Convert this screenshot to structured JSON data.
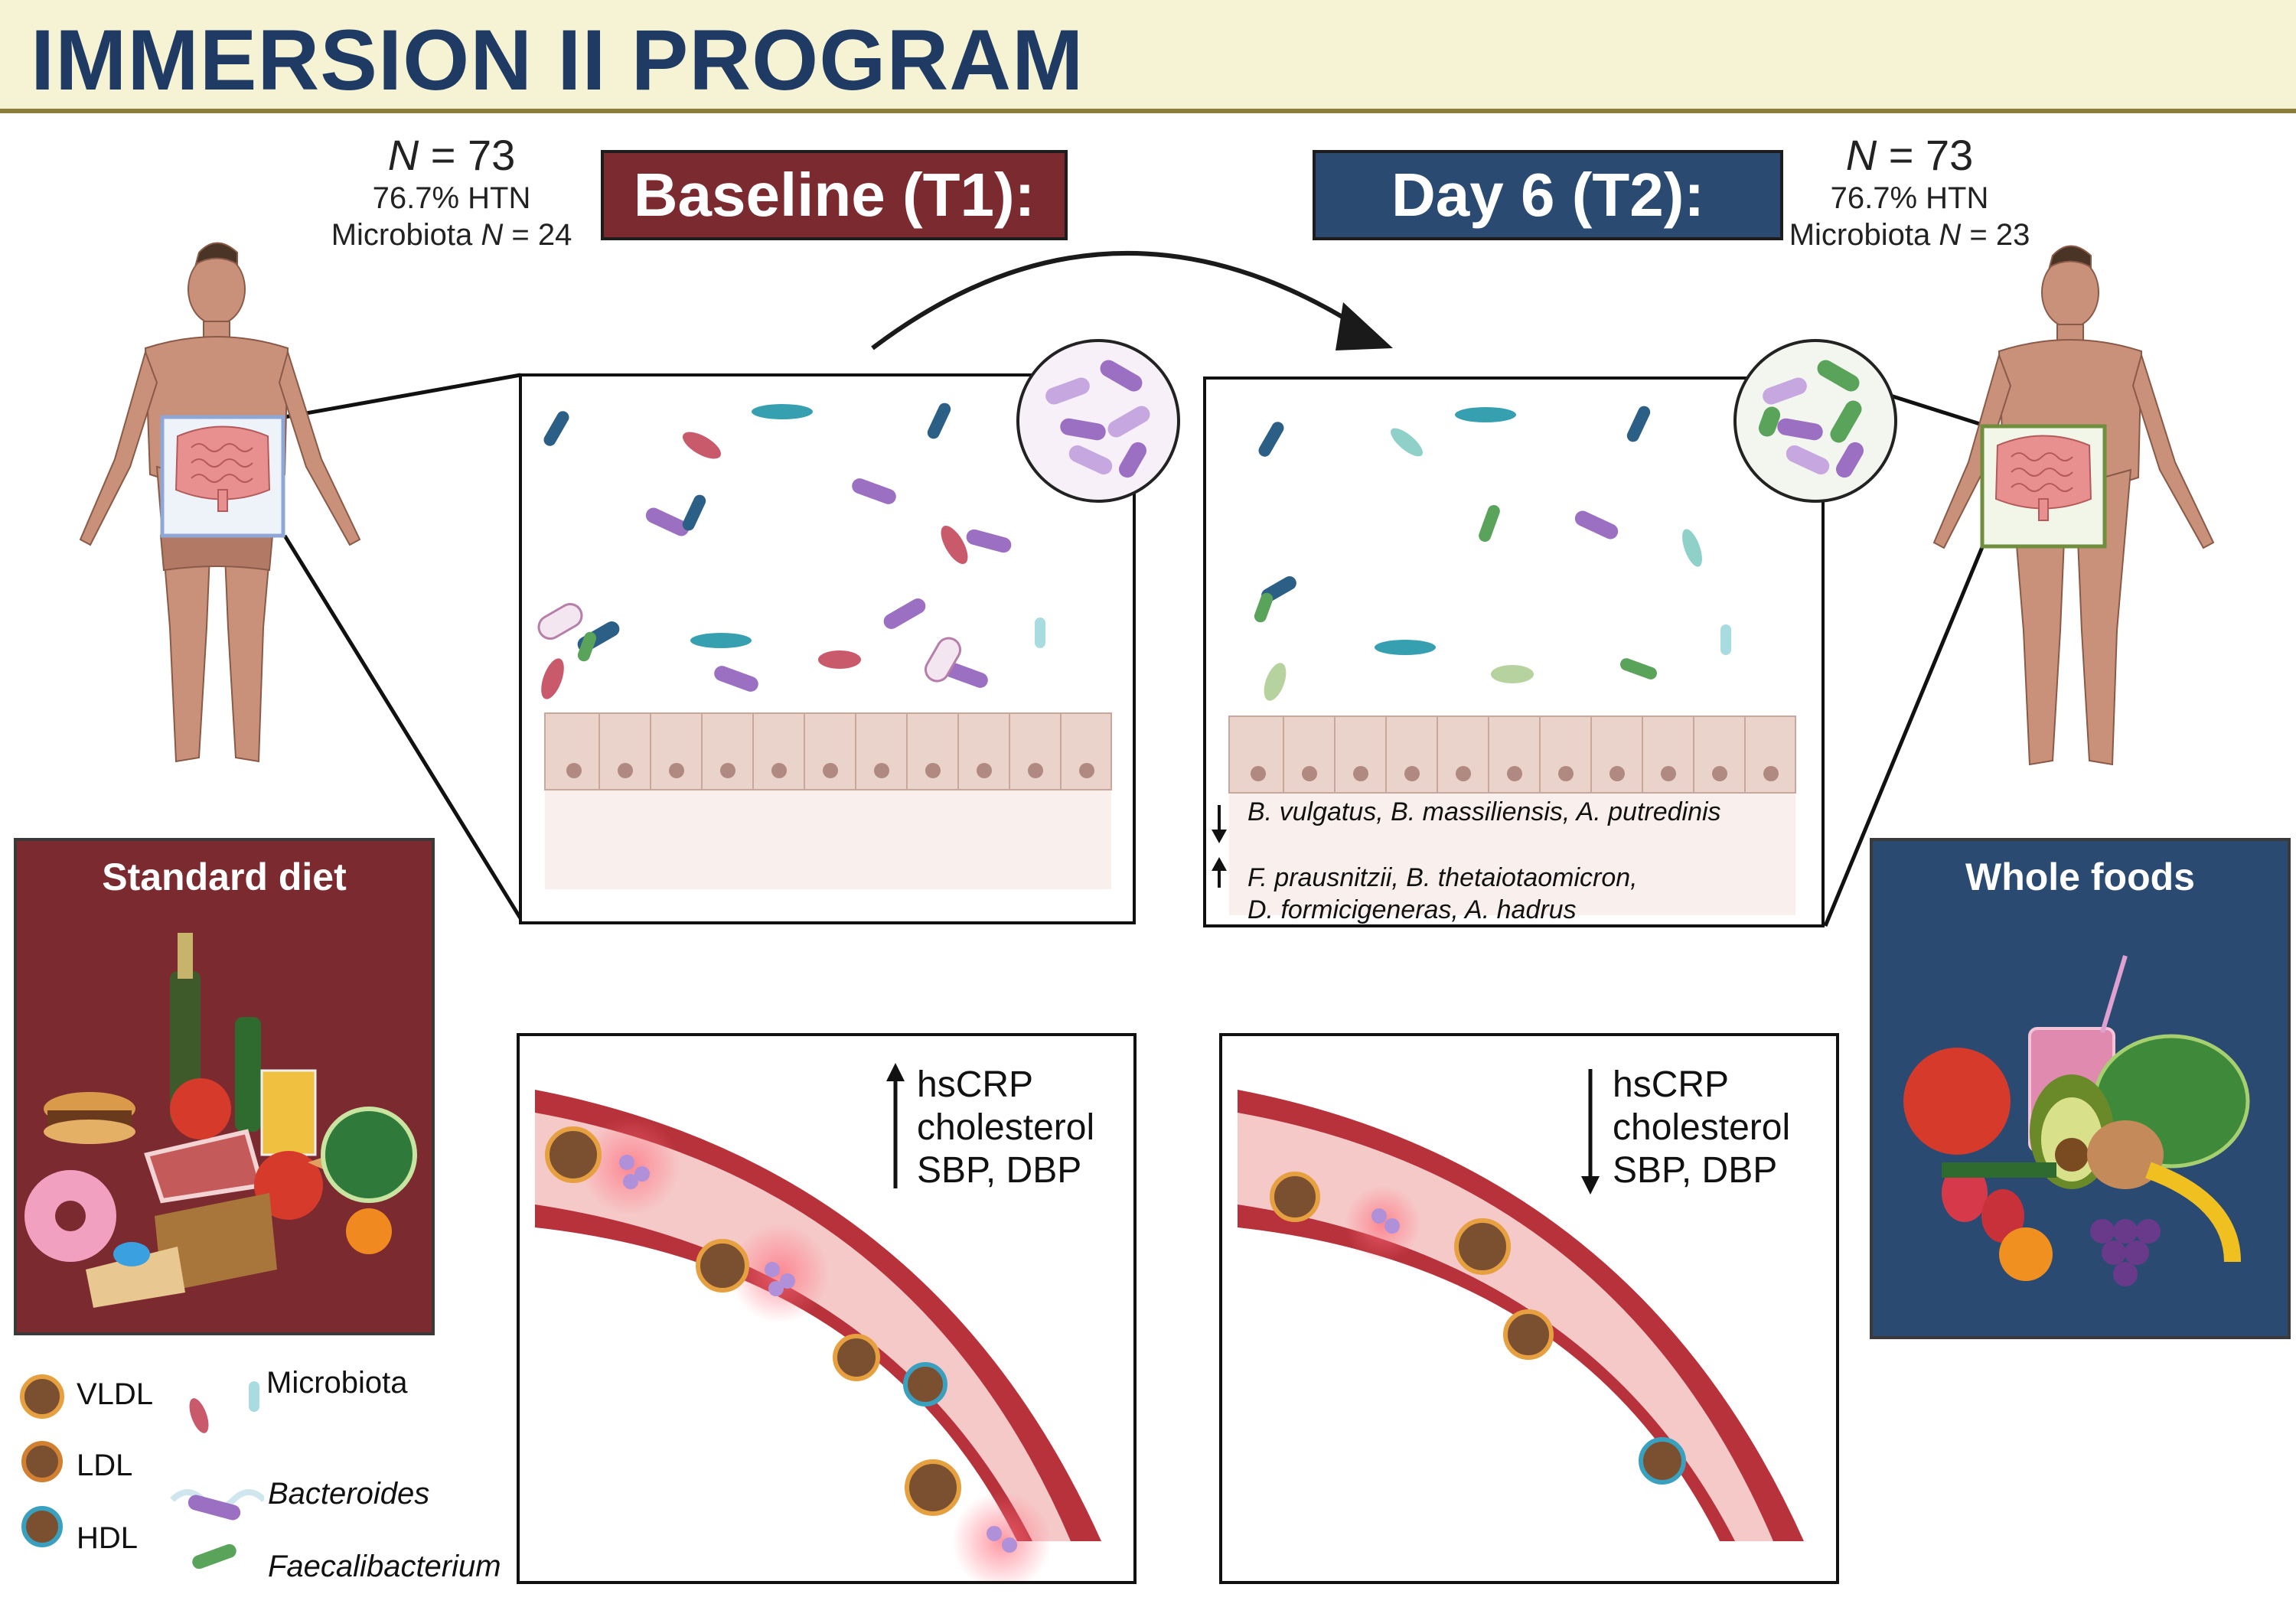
{
  "title": "IMMERSION II PROGRAM",
  "baseline": {
    "label": "Baseline (T1):",
    "n_label": "N",
    "n_value": "= 73",
    "htn": "76.7% HTN",
    "micro_label": "Microbiota",
    "micro_n": "N",
    "micro_value": "= 24"
  },
  "day6": {
    "label": "Day 6 (T2):",
    "n_label": "N",
    "n_value": "= 73",
    "htn": "76.7% HTN",
    "micro_label": "Microbiota",
    "micro_n": "N",
    "micro_value": "= 23"
  },
  "diets": {
    "standard": "Standard diet",
    "whole": "Whole foods"
  },
  "taxa": {
    "decreased": "B. vulgatus, B. massiliensis, A. putredinis",
    "increased_line1": "F. prausnitzii, B. thetaiotaomicron,",
    "increased_line2": "D. formicigeneras, A. hadrus"
  },
  "biomarkers": {
    "line1": "hsCRP",
    "line2": "cholesterol",
    "line3": "SBP, DBP"
  },
  "legend": {
    "vldl": "VLDL",
    "ldl": "LDL",
    "hdl": "HDL",
    "microbiota": "Microbiota",
    "bacteroides": "Bacteroides",
    "faecalibacterium": "Faecalibacterium"
  },
  "colors": {
    "title_text": "#1f3b63",
    "title_bg": "#f6f3d5",
    "baseline": "#7b2a30",
    "day6": "#2a4a72",
    "bacteroides": "#9b6fc2",
    "faecalibacterium": "#5aa35a",
    "vessel_wall": "#b7323b",
    "vessel_lumen": "#f6c9c9"
  }
}
